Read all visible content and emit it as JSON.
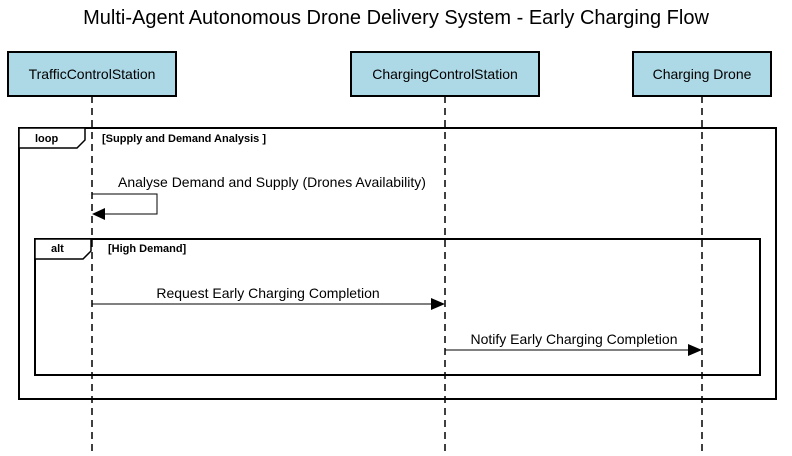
{
  "title": "Multi-Agent Autonomous Drone Delivery System - Early Charging Flow",
  "colors": {
    "participant_fill": "#add8e6",
    "stroke": "#000000",
    "background": "#ffffff"
  },
  "participants": [
    {
      "id": "tcs",
      "label": "TrafficControlStation"
    },
    {
      "id": "ccs",
      "label": "ChargingControlStation"
    },
    {
      "id": "cd",
      "label": "Charging Drone"
    }
  ],
  "fragments": [
    {
      "type": "loop",
      "keyword": "loop",
      "guard": "[Supply and Demand Analysis ]"
    },
    {
      "type": "alt",
      "keyword": "alt",
      "guard": "[High Demand]"
    }
  ],
  "messages": [
    {
      "from": "tcs",
      "to": "tcs",
      "label": "Analyse Demand and Supply (Drones Availability)"
    },
    {
      "from": "tcs",
      "to": "ccs",
      "label": "Request Early Charging Completion"
    },
    {
      "from": "ccs",
      "to": "cd",
      "label": "Notify Early Charging Completion"
    }
  ]
}
